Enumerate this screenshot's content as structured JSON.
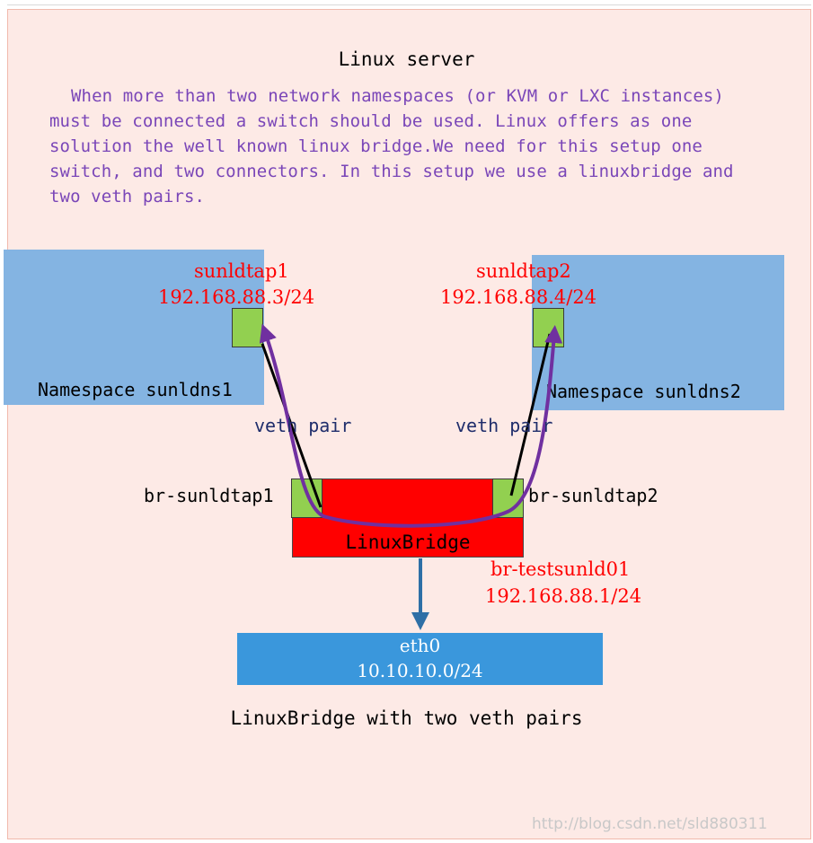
{
  "title": "Linux server",
  "description": "When more than two network namespaces (or KVM or LXC instances) must be connected a switch should be used. Linux offers as one solution the well known linux bridge.We need for this setup one switch, and two connectors. In this setup we use a linuxbridge and two veth pairs.",
  "namespaces": [
    {
      "label": "Namespace sunldns1",
      "tap_name": "sunldtap1",
      "tap_ip": "192.168.88.3/24"
    },
    {
      "label": "Namespace sunldns2",
      "tap_name": "sunldtap2",
      "tap_ip": "192.168.88.4/24"
    }
  ],
  "veth": [
    {
      "label": "veth pair"
    },
    {
      "label": "veth pair"
    }
  ],
  "bridge": {
    "label": "LinuxBridge",
    "ports": [
      "br-sunldtap1",
      "br-sunldtap2"
    ],
    "name": "br-testsunld01",
    "ip": "192.168.88.1/24"
  },
  "eth": {
    "name": "eth0",
    "network": "10.10.10.0/24"
  },
  "caption": "LinuxBridge with two veth pairs",
  "watermark": "http://blog.csdn.net/sld880311",
  "colors": {
    "background": "#fdeae6",
    "namespace_box": "#84b4e2",
    "port": "#92d050",
    "bridge": "#ff0000",
    "eth_box": "#3a97dc",
    "description_text": "#7a46b8",
    "ip_text": "#ff0000",
    "flow_arrow": "#7030a0",
    "down_arrow": "#2e6fa6"
  }
}
